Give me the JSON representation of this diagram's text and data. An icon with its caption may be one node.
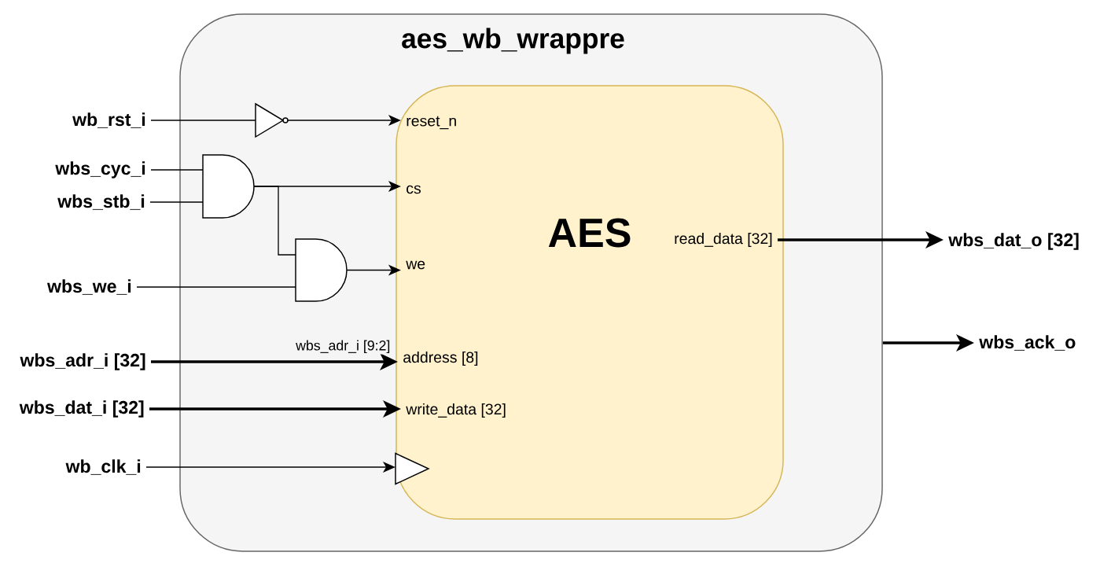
{
  "diagram": {
    "nodes": [
      {
        "text": [
          "aes_wb_wrappre"
        ]
      },
      {
        "text": [
          "wb_rst_i"
        ]
      },
      {
        "text": [
          "wbs_cyc_i"
        ]
      },
      {
        "text": [
          "wbs_stb_i"
        ]
      },
      {
        "text": [
          "wbs_we_i"
        ]
      },
      {
        "text": [
          "wbs_adr_i [32]"
        ]
      },
      {
        "text": [
          "wbs_dat_i [32]"
        ]
      },
      {
        "text": [
          "wb_clk_i"
        ]
      },
      {
        "text": [],
        "shape": "not-gate",
        "in": 0
      },
      {
        "text": [],
        "shape": "and-gate",
        "in": 0
      },
      {
        "text": [],
        "shape": "and-gate",
        "in": 0
      },
      {
        "text": [
          "AES"
        ],
        "in": 0
      },
      {
        "text": [
          "reset_n"
        ],
        "in": 11
      },
      {
        "text": [
          "cs"
        ],
        "in": 11
      },
      {
        "text": [
          "we"
        ],
        "in": 11
      },
      {
        "text": [
          "address [8]"
        ],
        "in": 11
      },
      {
        "text": [
          "write_data [32]"
        ],
        "in": 11
      },
      {
        "text": [],
        "shape": "triangle",
        "in": 11
      },
      {
        "text": [
          "read_data [32]"
        ],
        "in": 11
      },
      {
        "text": [
          "wbs_dat_o [32]"
        ]
      },
      {
        "text": [
          "wbs_ack_o"
        ]
      }
    ],
    "edges": [
      {
        "from": 1,
        "to": 8,
        "arrow": "none"
      },
      {
        "from": 8,
        "to": 12,
        "arrow": "to"
      },
      {
        "from": 2,
        "to": 9,
        "arrow": "none"
      },
      {
        "from": 3,
        "to": 9,
        "arrow": "none"
      },
      {
        "from": 9,
        "to": 13,
        "arrow": "to"
      },
      {
        "from": 9,
        "to": 10,
        "arrow": "none"
      },
      {
        "from": 4,
        "to": 10,
        "arrow": "none"
      },
      {
        "from": 10,
        "to": 14,
        "arrow": "to"
      },
      {
        "from": 5,
        "to": 15,
        "arrow": "to",
        "style": "thick",
        "label": "wbs_adr_i [9:2]"
      },
      {
        "from": 6,
        "to": 16,
        "arrow": "to",
        "style": "thick"
      },
      {
        "from": 7,
        "to": 17,
        "arrow": "to"
      },
      {
        "from": 18,
        "to": 19,
        "arrow": "to",
        "style": "thick"
      },
      {
        "from": 0,
        "to": 20,
        "arrow": "to",
        "style": "thick"
      }
    ]
  }
}
